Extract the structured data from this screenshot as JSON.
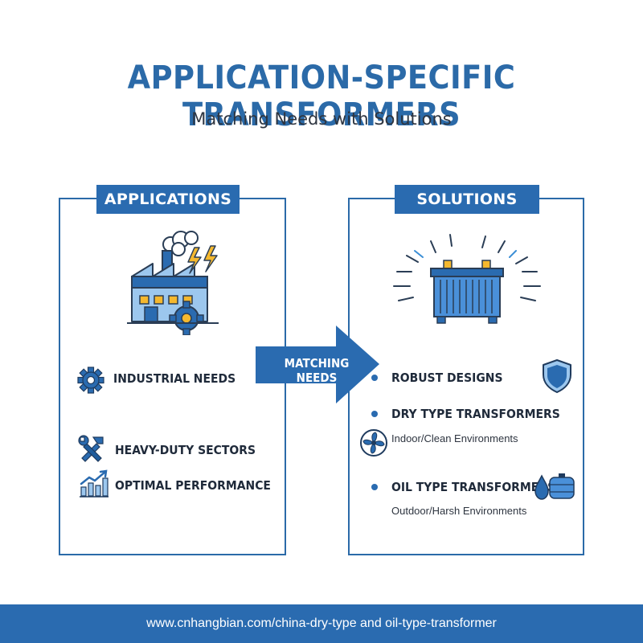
{
  "header": {
    "title": "APPLICATION-SPECIFIC TRANSFORMERS",
    "subtitle": "Matching Needs with Solutions"
  },
  "applications": {
    "heading": "APPLICATIONS",
    "items": [
      {
        "label": "INDUSTRIAL NEEDS",
        "icon": "gear-icon"
      },
      {
        "label": "HEAVY-DUTY SECTORS",
        "icon": "hammer-wrench-icon"
      },
      {
        "label": "OPTIMAL PERFORMANCE",
        "icon": "growth-chart-icon"
      }
    ],
    "illustration": "factory-icon"
  },
  "connector": {
    "label": "MATCHING NEEDS"
  },
  "solutions": {
    "heading": "SOLUTIONS",
    "illustration": "transformer-icon",
    "items": [
      {
        "label": "ROBUST DESIGNS",
        "icon": "shield-icon"
      },
      {
        "label": "DRY TYPE TRANSFORMERS",
        "sub": "Indoor/Clean Environments",
        "icon": "fan-icon"
      },
      {
        "label": "OIL TYPE TRANSFORMERS",
        "sub": "Outdoor/Harsh Environments",
        "icon": "oil-tank-icon"
      }
    ]
  },
  "footer": {
    "url": "www.cnhangbian.com/china-dry-type and oil-type-transformer"
  },
  "colors": {
    "primary": "#2a6bb0",
    "title": "#2b6aa8",
    "accent": "#f5b82e",
    "light_blue": "#9cc7ee",
    "text": "#1f2a3a"
  }
}
